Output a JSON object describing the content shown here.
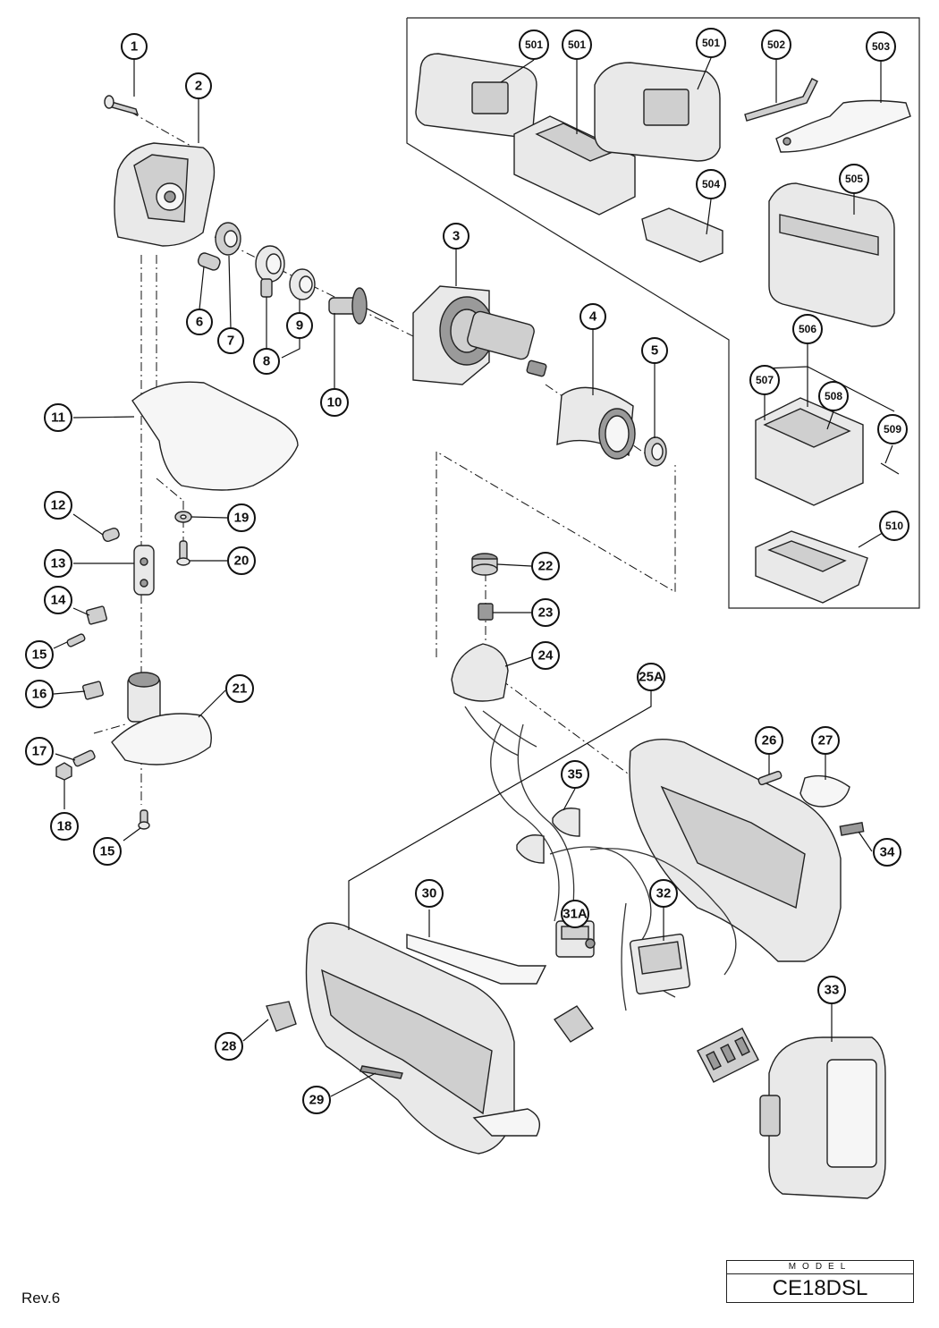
{
  "callouts": [
    {
      "id": "c1",
      "label": "1"
    },
    {
      "id": "c2",
      "label": "2"
    },
    {
      "id": "c3",
      "label": "3"
    },
    {
      "id": "c4",
      "label": "4"
    },
    {
      "id": "c5",
      "label": "5"
    },
    {
      "id": "c6",
      "label": "6"
    },
    {
      "id": "c7",
      "label": "7"
    },
    {
      "id": "c8",
      "label": "8"
    },
    {
      "id": "c9",
      "label": "9"
    },
    {
      "id": "c10",
      "label": "10"
    },
    {
      "id": "c11",
      "label": "11"
    },
    {
      "id": "c12",
      "label": "12"
    },
    {
      "id": "c13",
      "label": "13"
    },
    {
      "id": "c14",
      "label": "14"
    },
    {
      "id": "c15a",
      "label": "15"
    },
    {
      "id": "c15b",
      "label": "15"
    },
    {
      "id": "c16",
      "label": "16"
    },
    {
      "id": "c17",
      "label": "17"
    },
    {
      "id": "c18",
      "label": "18"
    },
    {
      "id": "c19",
      "label": "19"
    },
    {
      "id": "c20",
      "label": "20"
    },
    {
      "id": "c21",
      "label": "21"
    },
    {
      "id": "c22",
      "label": "22"
    },
    {
      "id": "c23",
      "label": "23"
    },
    {
      "id": "c24",
      "label": "24"
    },
    {
      "id": "c25A",
      "label": "25A"
    },
    {
      "id": "c26",
      "label": "26"
    },
    {
      "id": "c27",
      "label": "27"
    },
    {
      "id": "c28",
      "label": "28"
    },
    {
      "id": "c29",
      "label": "29"
    },
    {
      "id": "c30",
      "label": "30"
    },
    {
      "id": "c31A",
      "label": "31A"
    },
    {
      "id": "c32",
      "label": "32"
    },
    {
      "id": "c33",
      "label": "33"
    },
    {
      "id": "c34",
      "label": "34"
    },
    {
      "id": "c35",
      "label": "35"
    },
    {
      "id": "c501a",
      "label": "501"
    },
    {
      "id": "c501b",
      "label": "501"
    },
    {
      "id": "c501c",
      "label": "501"
    },
    {
      "id": "c502",
      "label": "502"
    },
    {
      "id": "c503",
      "label": "503"
    },
    {
      "id": "c504",
      "label": "504"
    },
    {
      "id": "c505",
      "label": "505"
    },
    {
      "id": "c506",
      "label": "506"
    },
    {
      "id": "c507",
      "label": "507"
    },
    {
      "id": "c508",
      "label": "508"
    },
    {
      "id": "c509",
      "label": "509"
    },
    {
      "id": "c510",
      "label": "510"
    }
  ],
  "footer": {
    "revision": "Rev.6",
    "model_label": "MODEL",
    "model": "CE18DSL"
  }
}
